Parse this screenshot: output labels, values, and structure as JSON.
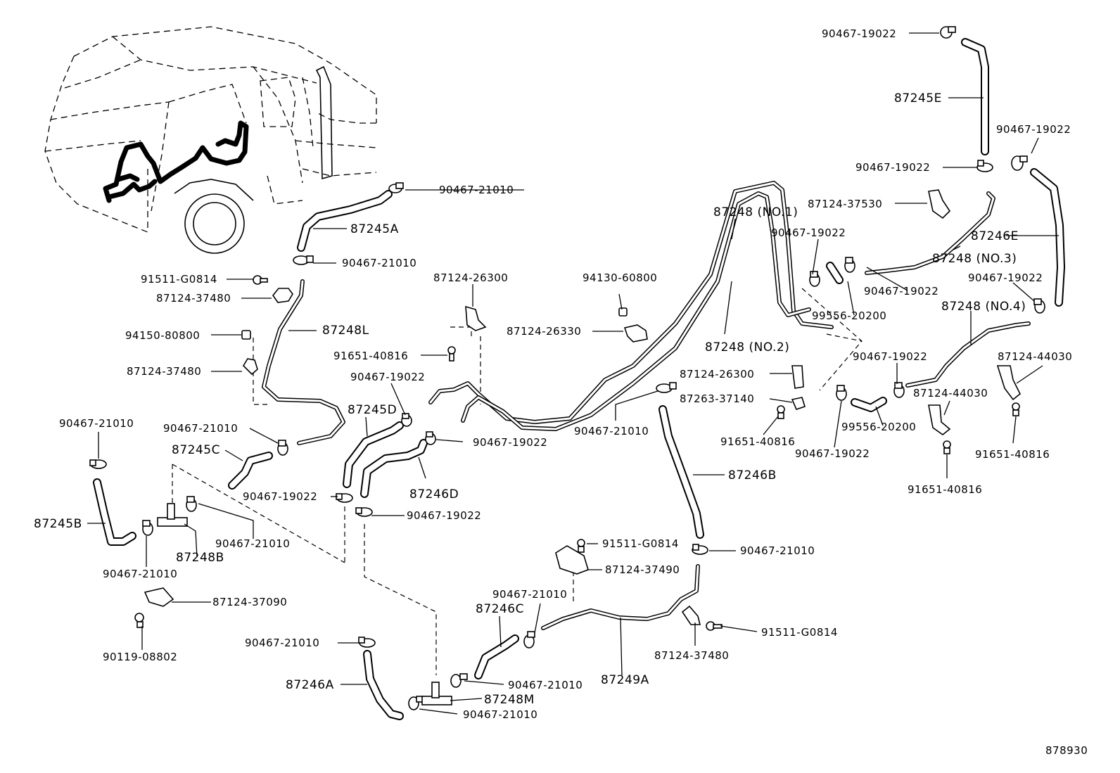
{
  "diagram_id": "878930",
  "parts": {
    "hose_87245E": "87245E",
    "hose_87246E": "87246E",
    "hose_87245A": "87245A",
    "hose_87248L": "87248L",
    "hose_87245D": "87245D",
    "hose_87245C": "87245C",
    "hose_87245B": "87245B",
    "tee_87248B": "87248B",
    "hose_87246D": "87246D",
    "hose_87246B": "87246B",
    "hose_87246C": "87246C",
    "hose_87246A": "87246A",
    "tee_87248M": "87248M",
    "pipe_87249A": "87249A",
    "pipe_87248_no1": "87248 (NO.1)",
    "pipe_87248_no2": "87248 (NO.2)",
    "pipe_87248_no3": "87248 (NO.3)",
    "pipe_87248_no4": "87248 (NO.4)",
    "clamp_90467_19022": "90467-19022",
    "clamp_90467_21010": "90467-21010",
    "bolt_91511_G0814": "91511-G0814",
    "bracket_87124_37480": "87124-37480",
    "nut_94150_80800": "94150-80800",
    "bracket_87124_26300": "87124-26300",
    "nut_94130_60800": "94130-60800",
    "bracket_87124_26330": "87124-26330",
    "bolt_91651_40816": "91651-40816",
    "bracket_87124_37530": "87124-37530",
    "hose_99556_20200": "99556-20200",
    "bracket_87263_37140": "87263-37140",
    "bracket_87124_44030": "87124-44030",
    "bracket_87124_37490": "87124-37490",
    "bracket_87124_37090": "87124-37090",
    "bolt_90119_08802": "90119-08802"
  }
}
